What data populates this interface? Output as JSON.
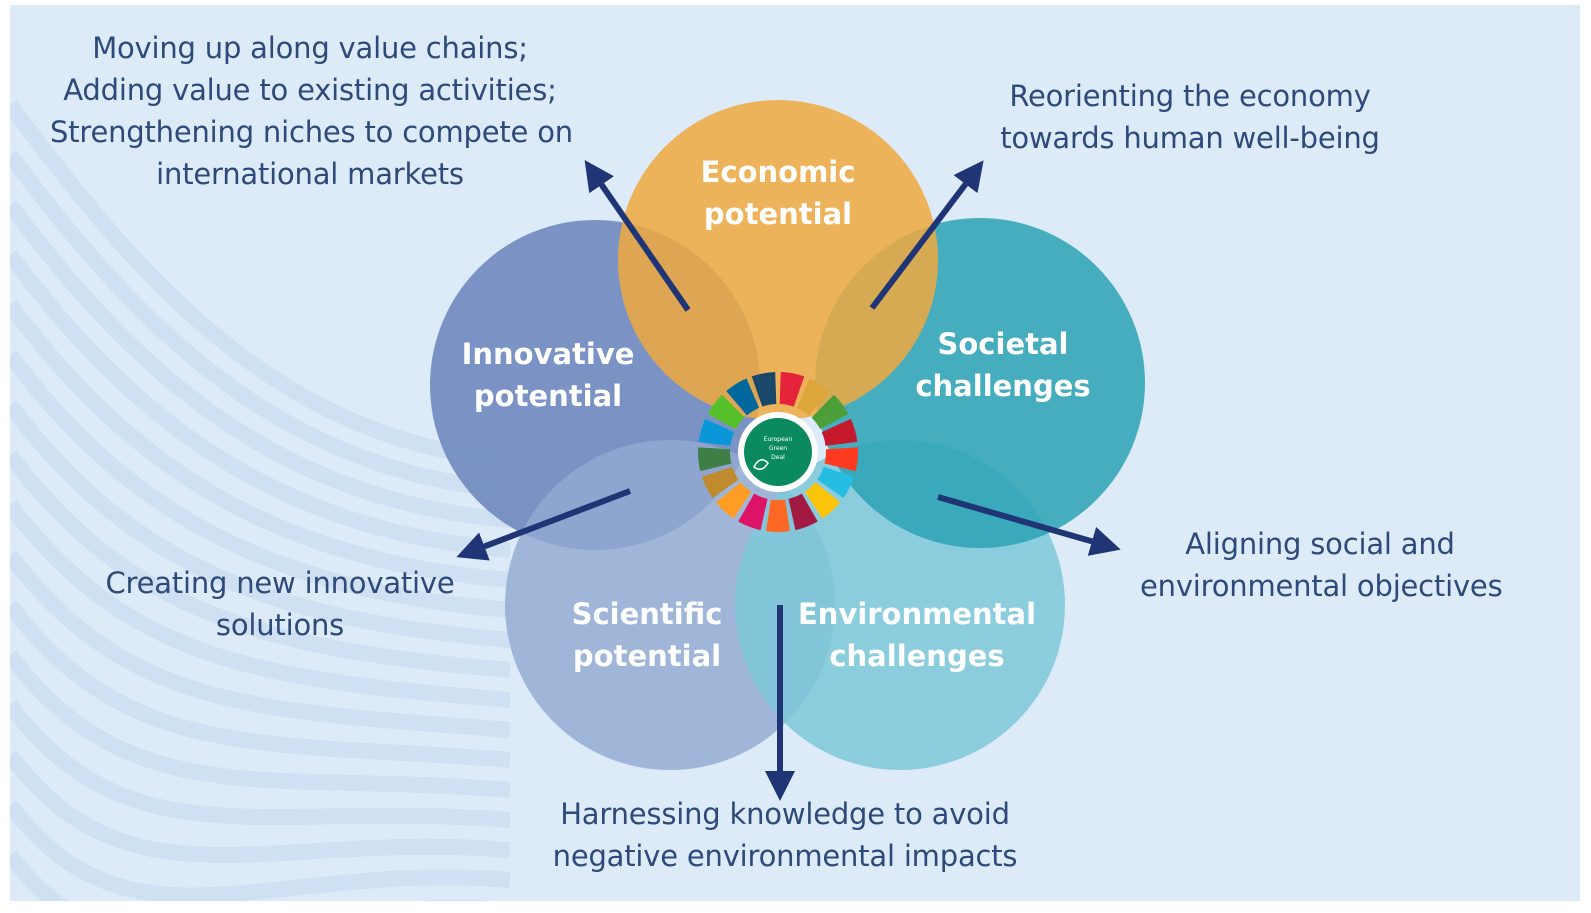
{
  "petals": {
    "economic": {
      "line1": "Economic",
      "line2": "potential",
      "color": "#f0a93e"
    },
    "societal": {
      "line1": "Societal",
      "line2": "challenges",
      "color": "#2ba2b5"
    },
    "innovative": {
      "line1": "Innovative",
      "line2": "potential",
      "color": "#6d86bd"
    },
    "scientific": {
      "line1": "Scientific",
      "line2": "potential",
      "color": "#93aad2"
    },
    "environmental": {
      "line1": "Environmental",
      "line2": "challenges",
      "color": "#7ec8d8"
    }
  },
  "annotations": {
    "top_left": [
      "Moving up along value chains;",
      "Adding value to existing activities;",
      "Strengthening niches to compete on",
      "international markets"
    ],
    "top_right": [
      "Reorienting the economy",
      "towards human well-being"
    ],
    "middle_left": [
      "Creating new innovative",
      "solutions"
    ],
    "middle_right": [
      "Aligning social and",
      "environmental objectives"
    ],
    "bottom": [
      "Harnessing knowledge to avoid",
      "negative environmental impacts"
    ]
  },
  "center_logo": {
    "text": [
      "European",
      "Green",
      "Deal"
    ],
    "icon": "leaf-icon"
  },
  "colors": {
    "background": "#dcebf7",
    "arrow": "#1f3575",
    "text": "#2e4a7a",
    "logo_green": "#0c8a5f"
  }
}
